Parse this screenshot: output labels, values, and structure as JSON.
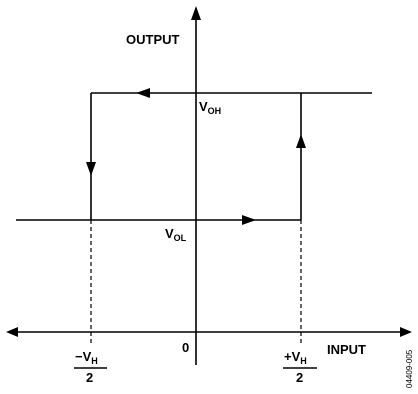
{
  "labels": {
    "output": "OUTPUT",
    "input": "INPUT",
    "origin": "0",
    "voh_main": "V",
    "voh_sub": "OH",
    "vol_main": "V",
    "vol_sub": "OL",
    "neg_vh_main": "−V",
    "neg_vh_sub": "H",
    "neg_vh_den": "2",
    "pos_vh_main": "+V",
    "pos_vh_sub": "H",
    "pos_vh_den": "2",
    "figure_code": "04409-005"
  },
  "colors": {
    "ink": "#000000",
    "background": "#ffffff"
  }
}
